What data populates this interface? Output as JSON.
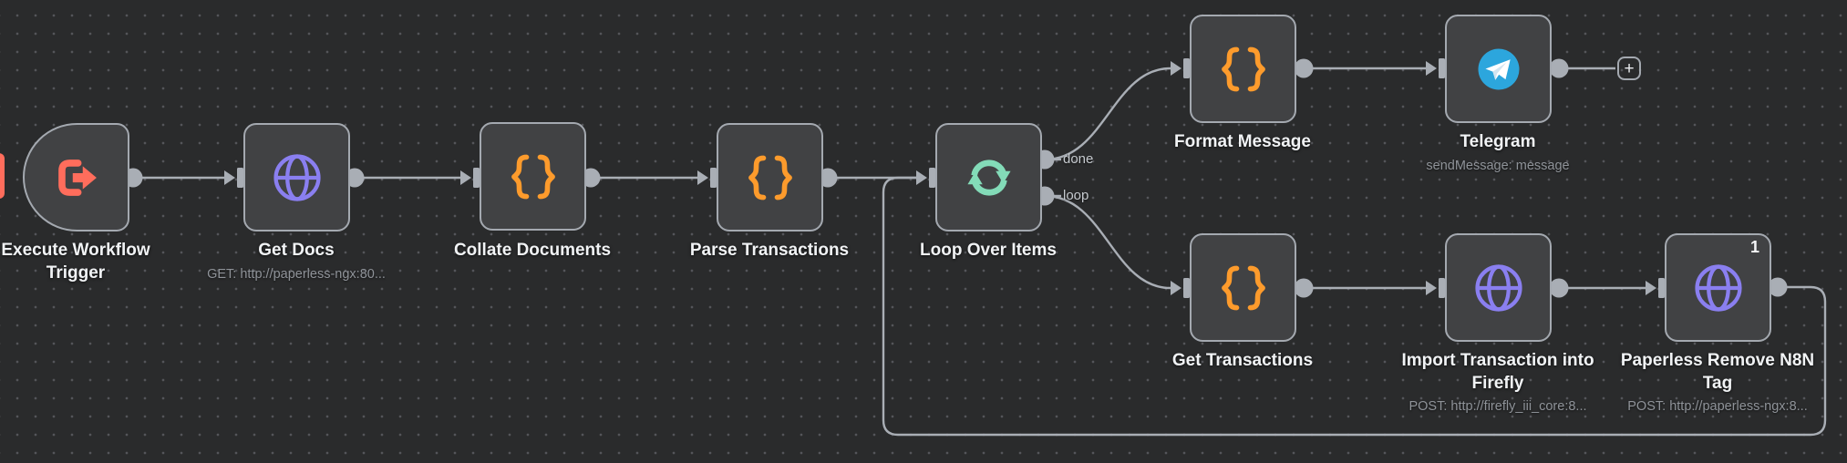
{
  "app": "n8n-workflow-canvas",
  "colors": {
    "canvas_bg": "#2a2b2c",
    "node_fill": "#414244",
    "node_border": "#a4a9b0",
    "edge": "#a9aeb5",
    "title_text": "#f1f3f5",
    "subtitle_text": "#8f9399",
    "code_icon": "#fd9b2c",
    "http_icon": "#8a7ff0",
    "trigger_icon": "#ff6d5c",
    "loop_icon": "#83dbb8",
    "telegram_blue": "#2ca6dd"
  },
  "nodes": [
    {
      "title": "Execute Workflow Trigger",
      "subtitle": "",
      "icon": "sign-out-arrow"
    },
    {
      "title": "Get Docs",
      "subtitle": "GET: http://paperless-ngx:80...",
      "icon": "globe"
    },
    {
      "title": "Collate Documents",
      "subtitle": "",
      "icon": "code-braces"
    },
    {
      "title": "Parse Transactions",
      "subtitle": "",
      "icon": "code-braces"
    },
    {
      "title": "Loop Over Items",
      "subtitle": "",
      "icon": "loop-sync",
      "outputs": {
        "done": "done",
        "loop": "loop"
      }
    },
    {
      "title": "Format Message",
      "subtitle": "",
      "icon": "code-braces"
    },
    {
      "title": "Telegram",
      "subtitle": "sendMessage: message",
      "icon": "telegram-plane"
    },
    {
      "title": "Get Transactions",
      "subtitle": "",
      "icon": "code-braces"
    },
    {
      "title": "Import Transaction into Firefly",
      "subtitle": "POST: http://firefly_iii_core:8...",
      "icon": "globe"
    },
    {
      "title": "Paperless Remove N8N Tag",
      "subtitle": "POST: http://paperless-ngx:8...",
      "icon": "globe",
      "badge": "1"
    }
  ],
  "add_node_button": {
    "label": "+"
  }
}
